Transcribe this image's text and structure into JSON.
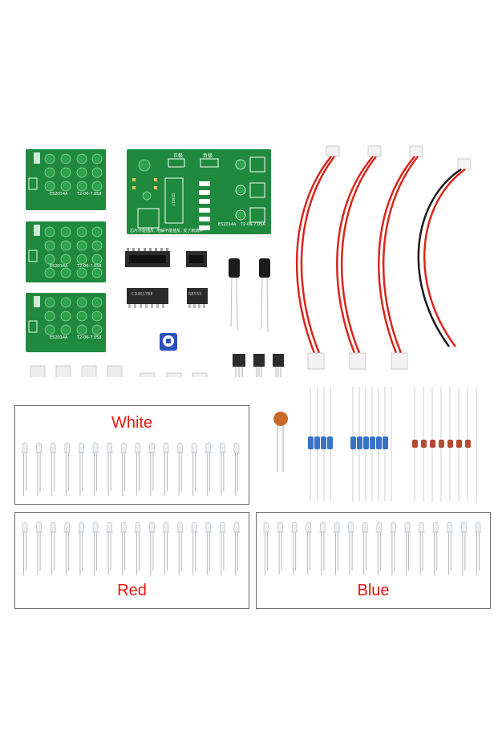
{
  "groups": {
    "white_label": "White",
    "red_label": "Red",
    "blue_label": "Blue"
  },
  "pcb_small_labels": [
    "ES2014A",
    "ES2014A",
    "ES2014A"
  ],
  "pcb_small_codes": [
    "T2-06-7.058",
    "T2-06-7.058",
    "T2-06-7.058"
  ],
  "pcb_main": {
    "label": "ES2014A",
    "code": "T2-06-7.05A",
    "top_labels": [
      "正极",
      "负极"
    ],
    "bottom_text": "芯片不能插反, 电解不能插反, 反了就烧坏",
    "ic_text": "CD4017"
  },
  "chip_texts": [
    "CD4017BE",
    "NE555"
  ],
  "colors": {
    "pcb_green": "#1f8a3e",
    "wire_red": "#d8261c",
    "wire_black": "#1a1a1a",
    "label_red": "#e8170f",
    "box_border": "#6a6a6a"
  }
}
